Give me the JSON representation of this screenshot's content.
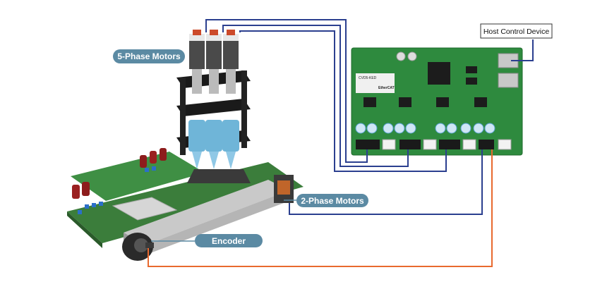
{
  "labels": {
    "five_phase_motors": "5-Phase Motors",
    "two_phase_motors": "2-Phase Motors",
    "encoder": "Encoder",
    "host_control_device": "Host Control Device"
  },
  "board": {
    "model_text": "CVD5-KED",
    "brand_text": "EtherCAT"
  },
  "colors": {
    "motor_cable": "#2b3f8f",
    "encoder_cable": "#e8692e",
    "label_pill": "#5b8aa3",
    "board_green": "#2e8a3e",
    "background": "#ffffff"
  }
}
